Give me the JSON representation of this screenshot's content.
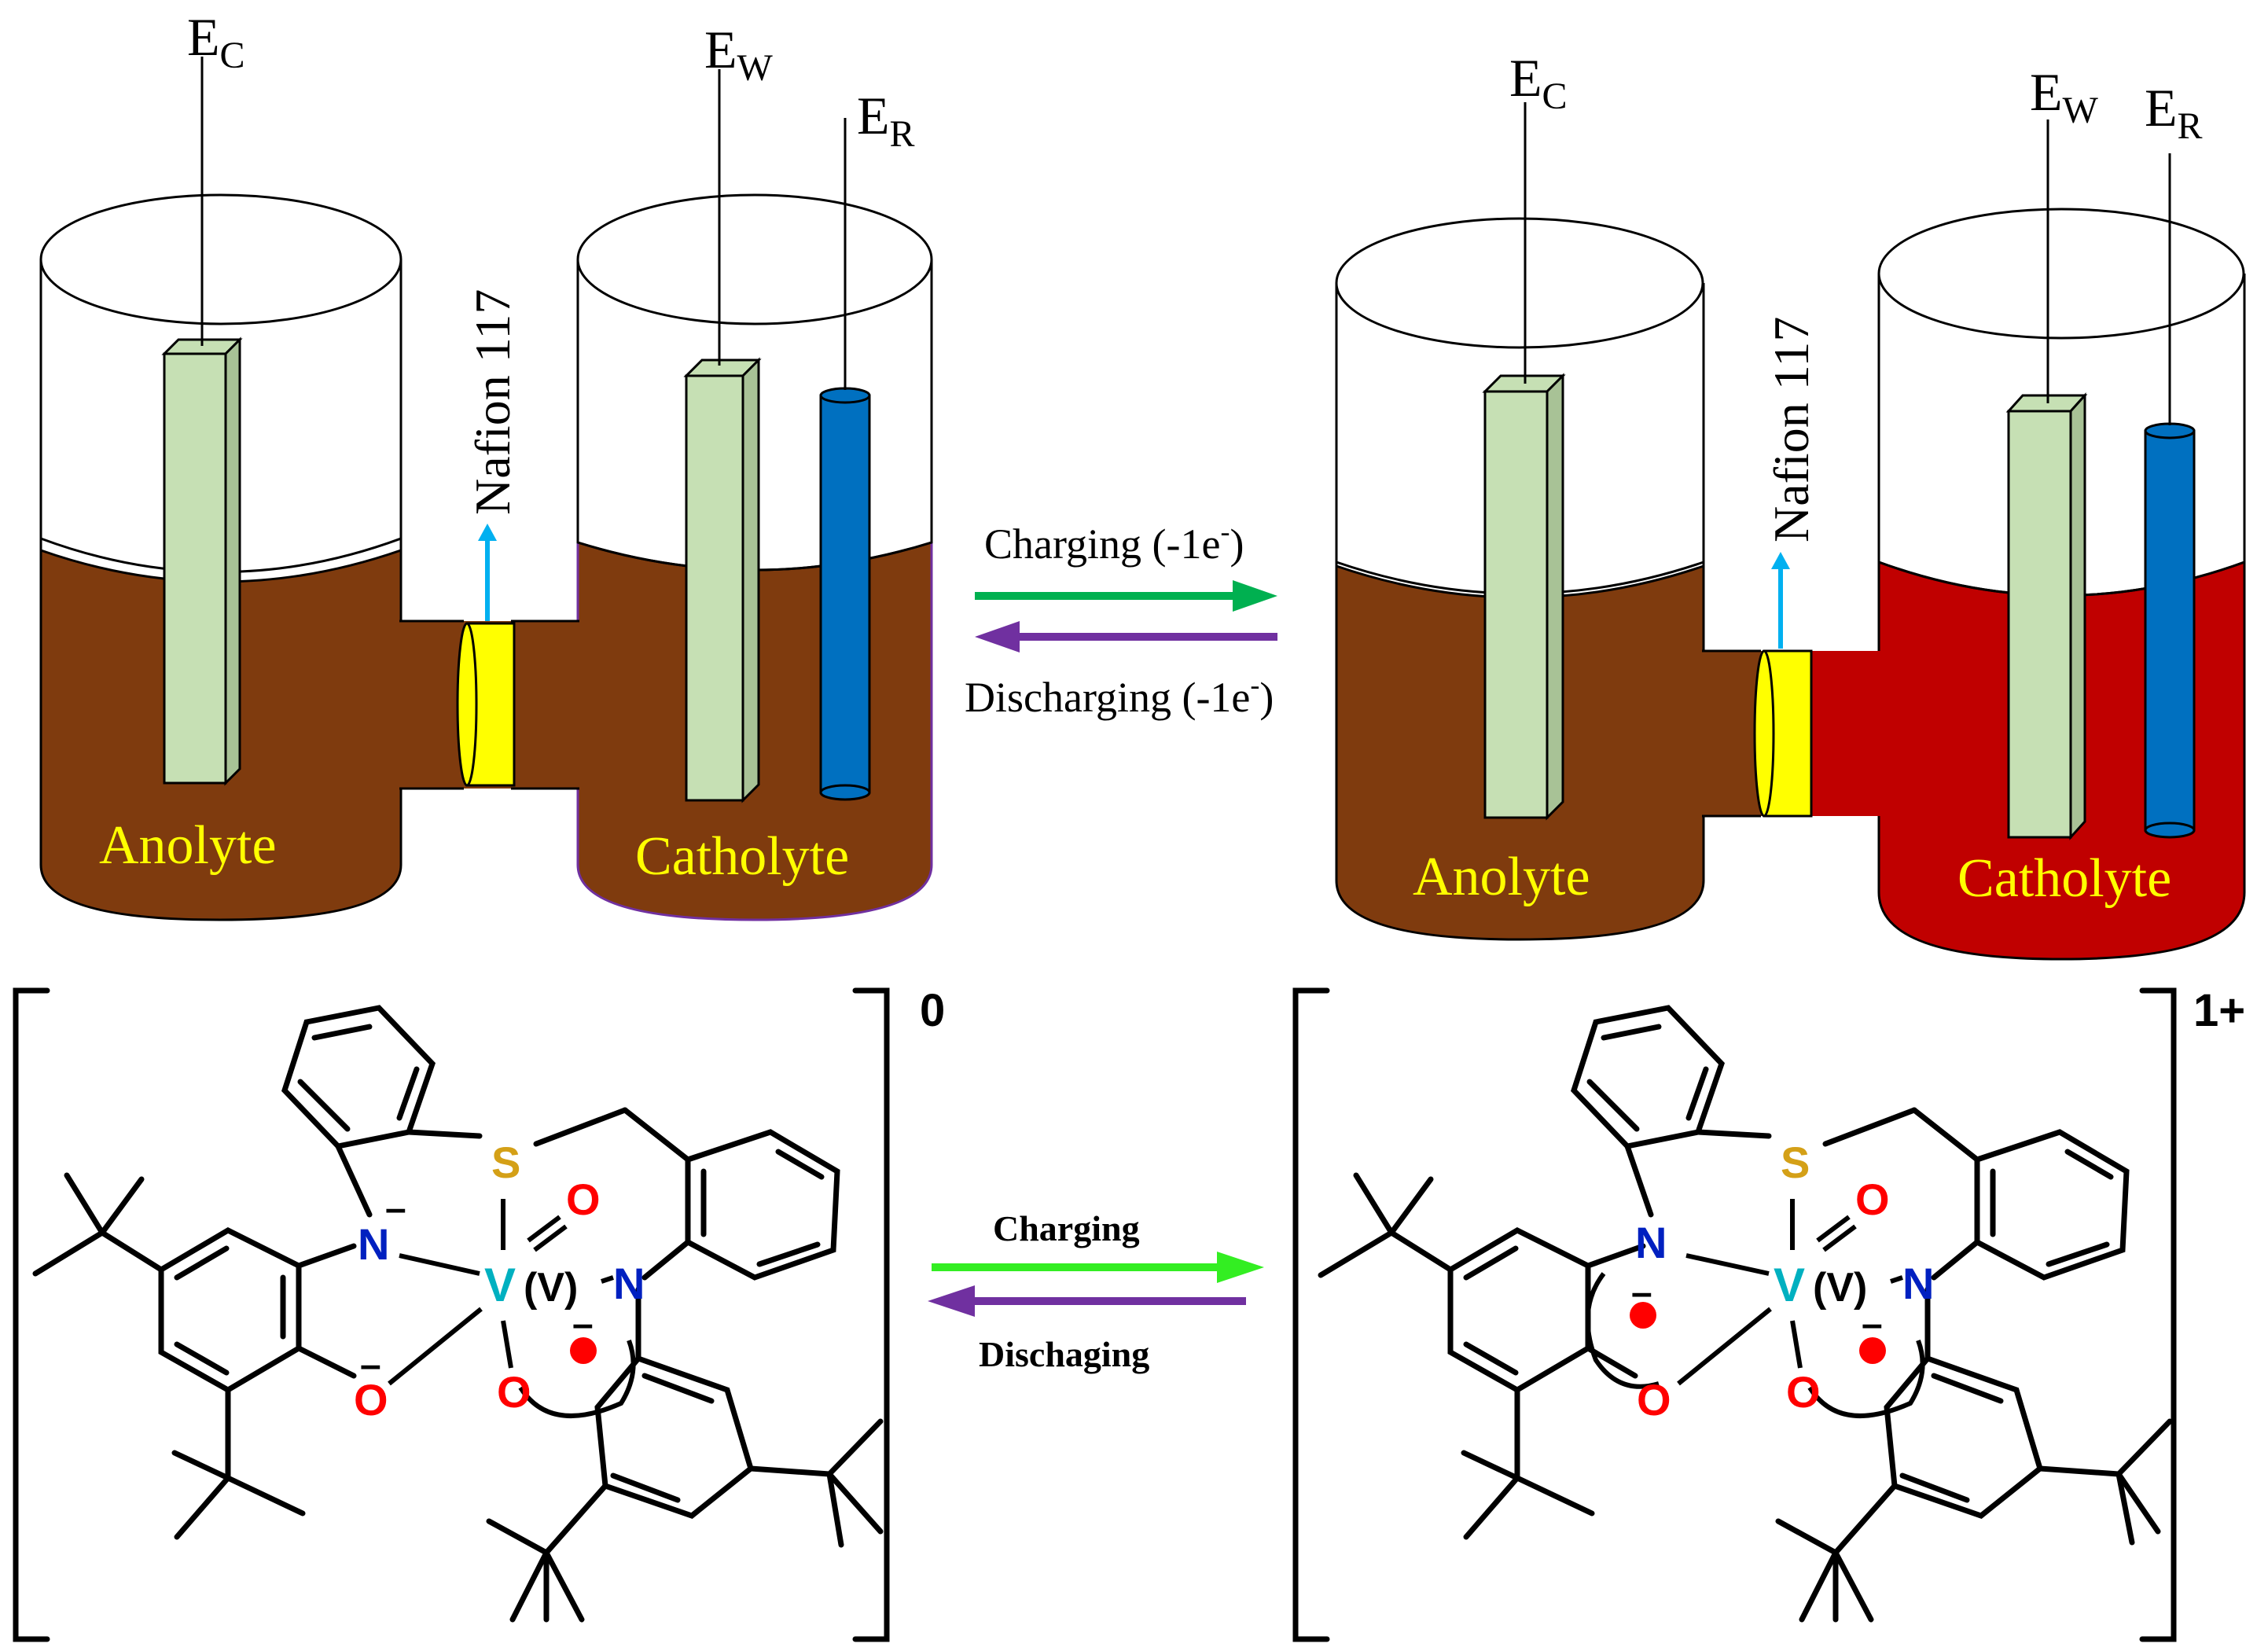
{
  "colors": {
    "brown_solution": "#7f3b0e",
    "red_solution": "#c00000",
    "electrode_front": "#c6e0b4",
    "electrode_side": "#a8c296",
    "reference_blue": "#0070c0",
    "nafion_yellow": "#ffff00",
    "label_yellow": "#ffff00",
    "nafion_arrow": "#00b0f0",
    "charging_arrow": "#00b050",
    "discharging_arrow": "#7030a0",
    "charging_arrow_bottom": "#33ee22",
    "discharging_arrow_bottom": "#7030a0",
    "nitrogen": "#0020c0",
    "oxygen": "#ff0000",
    "sulfur": "#d4a017",
    "vanadium": "#00b0c0",
    "radical": "#ff0000"
  },
  "left_cell": {
    "counter_electrode": {
      "sym": "E",
      "sub": "C"
    },
    "working_electrode": {
      "sym": "E",
      "sub": "W"
    },
    "reference_electrode": {
      "sym": "E",
      "sub": "R"
    },
    "membrane": "Nafion 117",
    "anolyte": "Anolyte",
    "catholyte": "Catholyte"
  },
  "right_cell": {
    "counter_electrode": {
      "sym": "E",
      "sub": "C"
    },
    "working_electrode": {
      "sym": "E",
      "sub": "W"
    },
    "reference_electrode": {
      "sym": "E",
      "sub": "R"
    },
    "membrane": "Nafion 117",
    "anolyte": "Anolyte",
    "catholyte": "Catholyte"
  },
  "cell_arrows": {
    "charging": "Charging (-1e",
    "discharging": "Discharging (-1e",
    "superscript": "-",
    "closing": ")"
  },
  "complex_arrows": {
    "charging": "Charging",
    "discharging": "Dischaging"
  },
  "left_complex": {
    "charge": "0",
    "atoms": {
      "S": "S",
      "N": "N",
      "O": "O",
      "V": "V",
      "ox": "(V)",
      "minus": "–"
    }
  },
  "right_complex": {
    "charge": "1+",
    "atoms": {
      "S": "S",
      "N": "N",
      "O": "O",
      "V": "V",
      "ox": "(V)",
      "minus": "–"
    }
  }
}
